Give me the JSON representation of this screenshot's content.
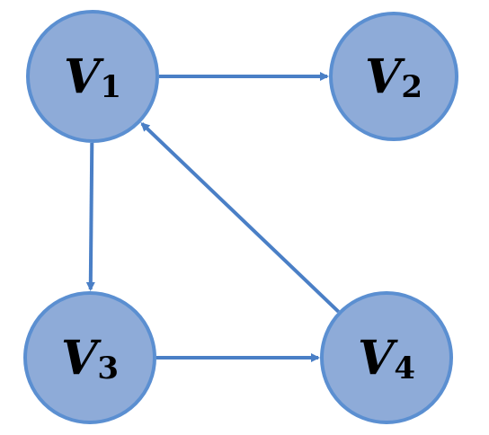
{
  "colors": {
    "node_fill": "#8eabd8",
    "node_stroke": "#5b8fd1",
    "edge": "#4a7fc6",
    "label": "#000000"
  },
  "nodes": [
    {
      "id": "v1",
      "letter": "V",
      "index": "1"
    },
    {
      "id": "v2",
      "letter": "V",
      "index": "2"
    },
    {
      "id": "v3",
      "letter": "V",
      "index": "3"
    },
    {
      "id": "v4",
      "letter": "V",
      "index": "4"
    }
  ],
  "edges": [
    {
      "from": "v1",
      "to": "v2"
    },
    {
      "from": "v1",
      "to": "v3"
    },
    {
      "from": "v3",
      "to": "v4"
    },
    {
      "from": "v4",
      "to": "v1"
    }
  ]
}
